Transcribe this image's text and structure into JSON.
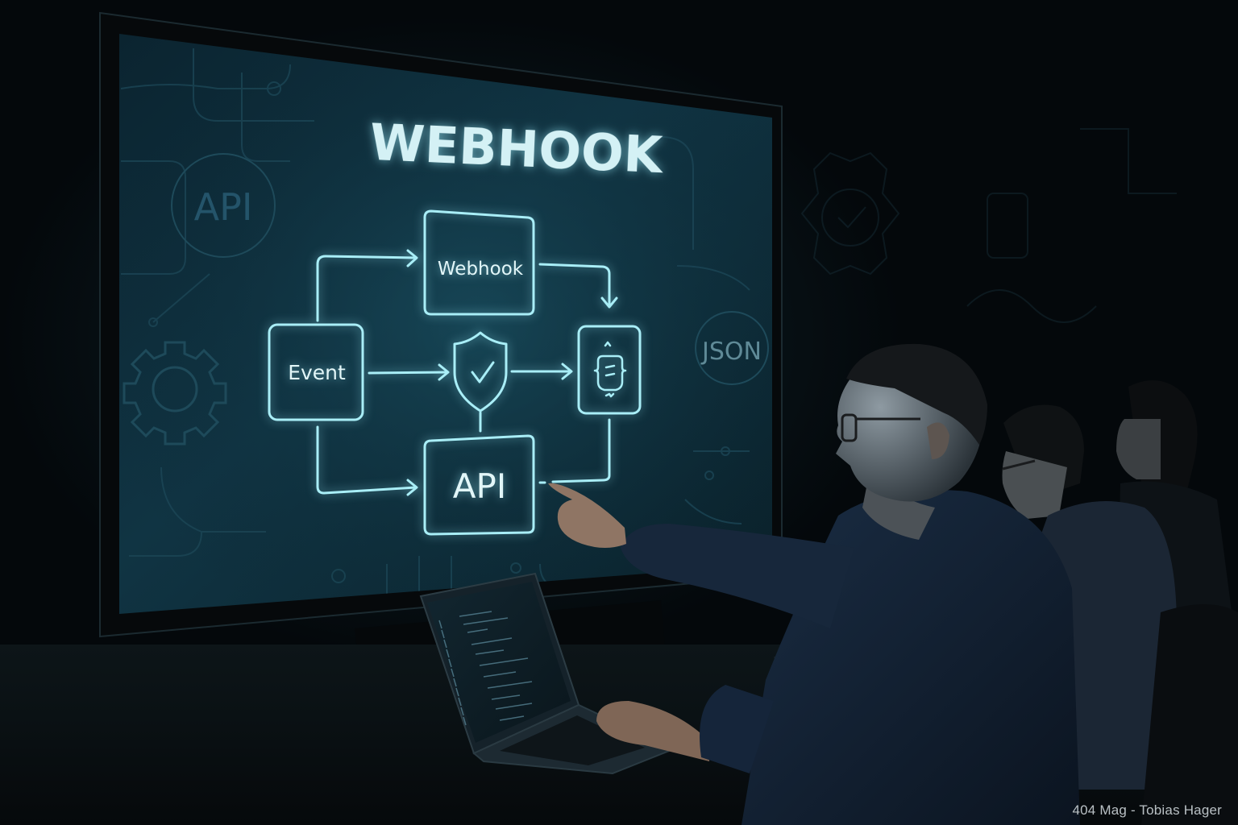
{
  "screen": {
    "title": "WEBHOOK",
    "background_labels": {
      "api_circle": "API",
      "json_circle": "JSON"
    },
    "diagram": {
      "nodes": {
        "event": "Event",
        "webhook": "Webhook",
        "api": "API",
        "shield": "shield-check-icon",
        "json_handler": "curly-braces-icon"
      },
      "edges": [
        {
          "from": "Event",
          "to": "Webhook"
        },
        {
          "from": "Event",
          "to": "Shield"
        },
        {
          "from": "Event",
          "to": "API"
        },
        {
          "from": "Shield",
          "to": "JSON handler"
        },
        {
          "from": "Webhook",
          "to": "JSON handler"
        },
        {
          "from": "JSON handler",
          "to": "API"
        },
        {
          "from": "Shield",
          "to": "API"
        }
      ]
    }
  },
  "colors": {
    "screen_bg": "#0c2a36",
    "line_glow": "#a9eef7",
    "title_text": "#cfeff3",
    "room_dark": "#05090c",
    "shirt": "#15253a"
  },
  "credit": "404 Mag -  Tobias Hager"
}
